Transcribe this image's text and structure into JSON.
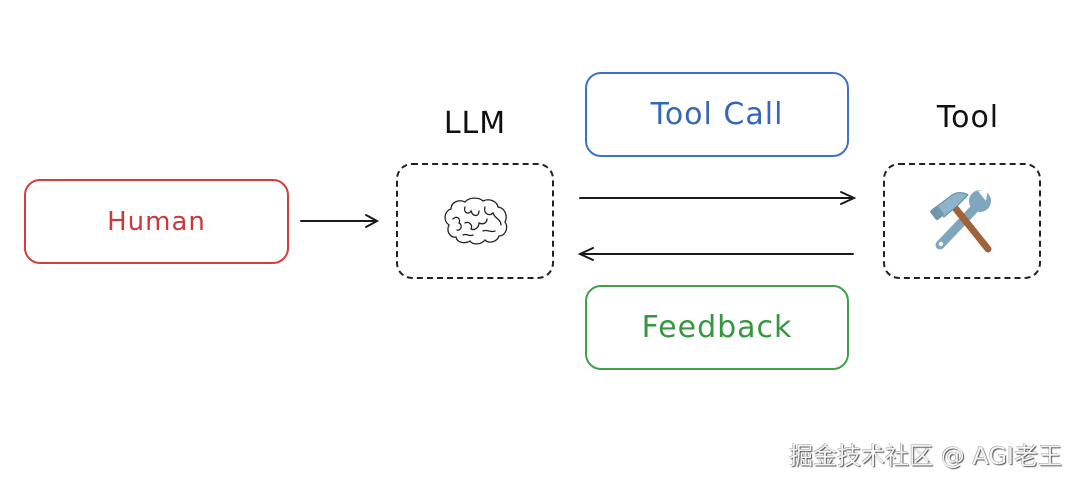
{
  "diagram": {
    "nodes": {
      "human": {
        "label": "Human",
        "color": "#c93a3a"
      },
      "llm": {
        "label": "LLM",
        "icon": "brain-icon"
      },
      "tool": {
        "label": "Tool",
        "icon": "hammer-and-wrench-icon"
      },
      "tool_call": {
        "label": "Tool Call",
        "color": "#3567b8"
      },
      "feedback": {
        "label": "Feedback",
        "color": "#35973f"
      }
    },
    "edges": [
      {
        "from": "Human",
        "to": "LLM"
      },
      {
        "from": "LLM",
        "to": "Tool",
        "label": "Tool Call"
      },
      {
        "from": "Tool",
        "to": "LLM",
        "label": "Feedback"
      }
    ]
  },
  "watermark": "掘金技术社区 @ AGI老王"
}
